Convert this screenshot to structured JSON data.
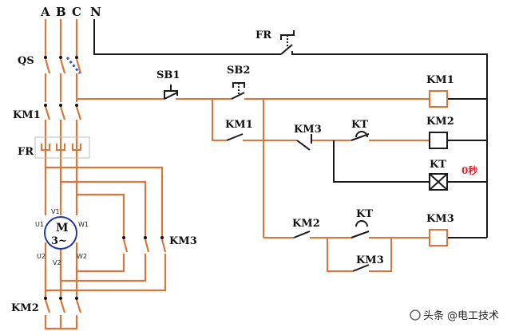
{
  "colors": {
    "power_wire": "#d9763a",
    "control_wire": "#1a1a1a",
    "coil_border": "#d9763a",
    "note_red": "#e8262d"
  },
  "power": {
    "phase_a": "A",
    "phase_b": "B",
    "phase_c": "C",
    "neutral": "N"
  },
  "labels": {
    "qs": "QS",
    "km1_main": "KM1",
    "fr_main": "FR",
    "km3_main": "KM3",
    "km2_main": "KM2",
    "motor_letter": "M",
    "motor_phase": "3~",
    "u1": "U1",
    "v1": "V1",
    "w1": "W1",
    "u2": "U2",
    "v2": "V2",
    "w2": "W2"
  },
  "control": {
    "fr_contact": "FR",
    "sb1": "SB1",
    "sb2": "SB2",
    "km1_hold": "KM1",
    "km3_nc": "KM3",
    "kt_delay_open": "KT",
    "km2_aux": "KM2",
    "kt_delay_close": "KT",
    "km3_hold": "KM3"
  },
  "coils": {
    "km1": "KM1",
    "km2": "KM2",
    "kt": "KT",
    "km3": "KM3",
    "kt_note": "0秒"
  },
  "watermark": {
    "prefix": "头条",
    "handle": "@电工技术"
  }
}
